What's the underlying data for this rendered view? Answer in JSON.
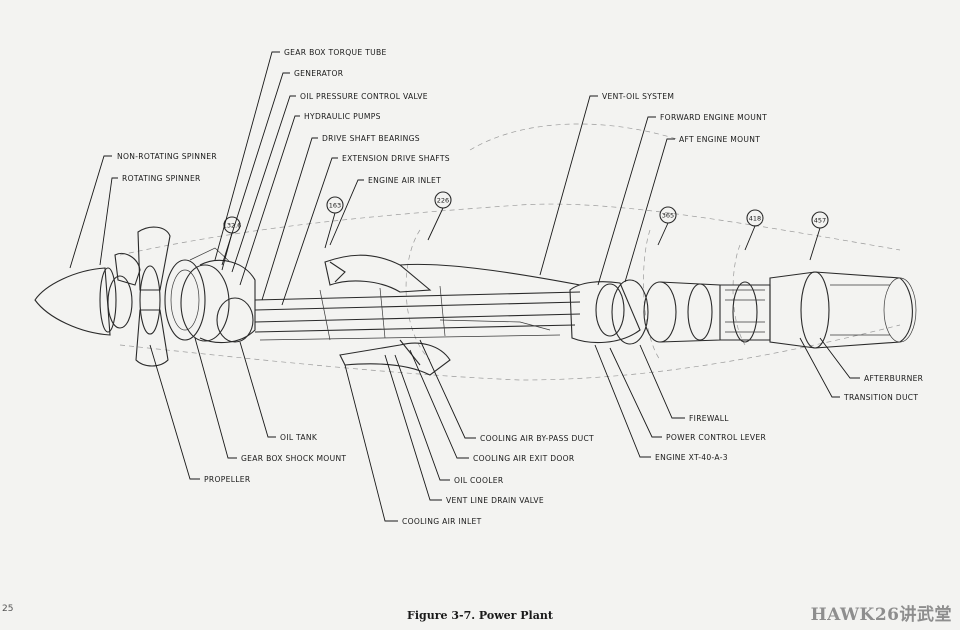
{
  "labels": {
    "gear_box_torque_tube": "GEAR BOX TORQUE TUBE",
    "generator": "GENERATOR",
    "oil_pressure_control_valve": "OIL PRESSURE CONTROL VALVE",
    "hydraulic_pumps": "HYDRAULIC PUMPS",
    "drive_shaft_bearings": "DRIVE SHAFT BEARINGS",
    "extension_drive_shafts": "EXTENSION DRIVE SHAFTS",
    "engine_air_inlet": "ENGINE AIR INLET",
    "non_rotating_spinner": "NON-ROTATING SPINNER",
    "rotating_spinner": "ROTATING SPINNER",
    "vent_oil_system": "VENT-OIL SYSTEM",
    "forward_engine_mount": "FORWARD ENGINE MOUNT",
    "aft_engine_mount": "AFT ENGINE MOUNT",
    "afterburner": "AFTERBURNER",
    "transition_duct": "TRANSITION DUCT",
    "firewall": "FIREWALL",
    "power_control_lever": "POWER CONTROL LEVER",
    "engine_xt40": "ENGINE XT-40-A-3",
    "cooling_air_bypass_duct": "COOLING AIR BY-PASS DUCT",
    "cooling_air_exit_door": "COOLING AIR EXIT DOOR",
    "oil_cooler": "OIL COOLER",
    "vent_line_drain_valve": "VENT LINE DRAIN VALVE",
    "cooling_air_inlet": "COOLING AIR INLET",
    "oil_tank": "OIL TANK",
    "gear_box_shock_mount": "GEAR BOX SHOCK MOUNT",
    "propeller": "PROPELLER"
  },
  "stations": [
    "132.6",
    "163",
    "226",
    "365",
    "418",
    "457"
  ],
  "caption": "Figure 3-7.  Power Plant",
  "watermark": "HAWK26讲武堂",
  "page_number": "25",
  "colors": {
    "ink": "#1a1a1a",
    "paper": "#f3f3f1"
  }
}
